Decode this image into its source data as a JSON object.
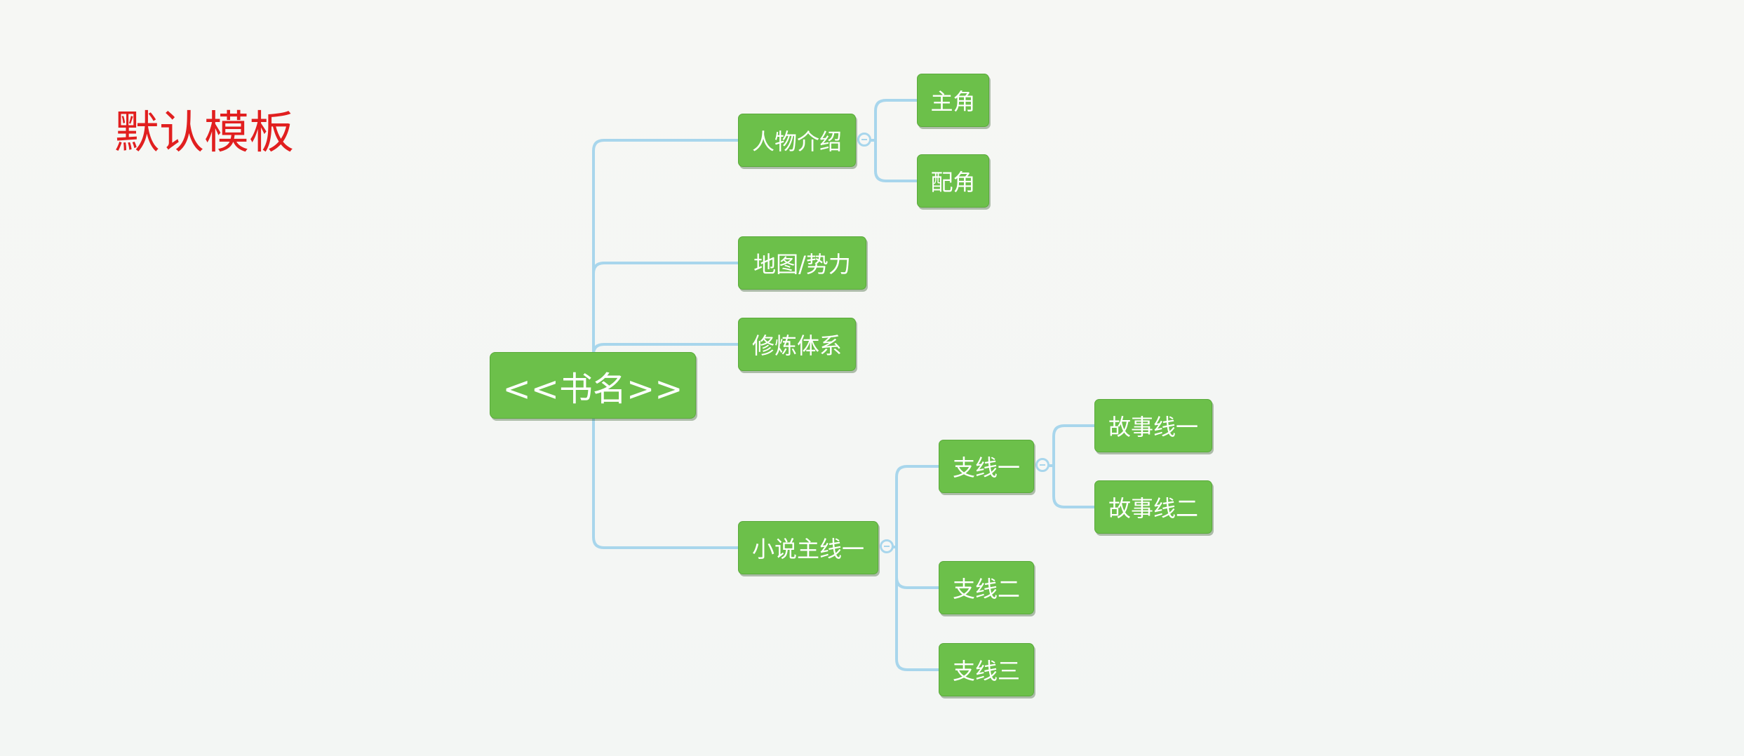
{
  "template_title": "默认模板",
  "root": "<<书名>>",
  "branches": {
    "characters": {
      "label": "人物介绍",
      "children": [
        "主角",
        "配角"
      ]
    },
    "map": {
      "label": "地图/势力"
    },
    "cultivation": {
      "label": "修炼体系"
    },
    "main_plot": {
      "label": "小说主线一",
      "children": {
        "sub1": {
          "label": "支线一",
          "children": [
            "故事线一",
            "故事线二"
          ]
        },
        "sub2": {
          "label": "支线二"
        },
        "sub3": {
          "label": "支线三"
        }
      }
    }
  },
  "colors": {
    "title": "#e11f1f",
    "node_fill": "#6cc04a",
    "node_text": "#ffffff",
    "connector": "#a8d6ec",
    "background": "#f6f7f5"
  }
}
